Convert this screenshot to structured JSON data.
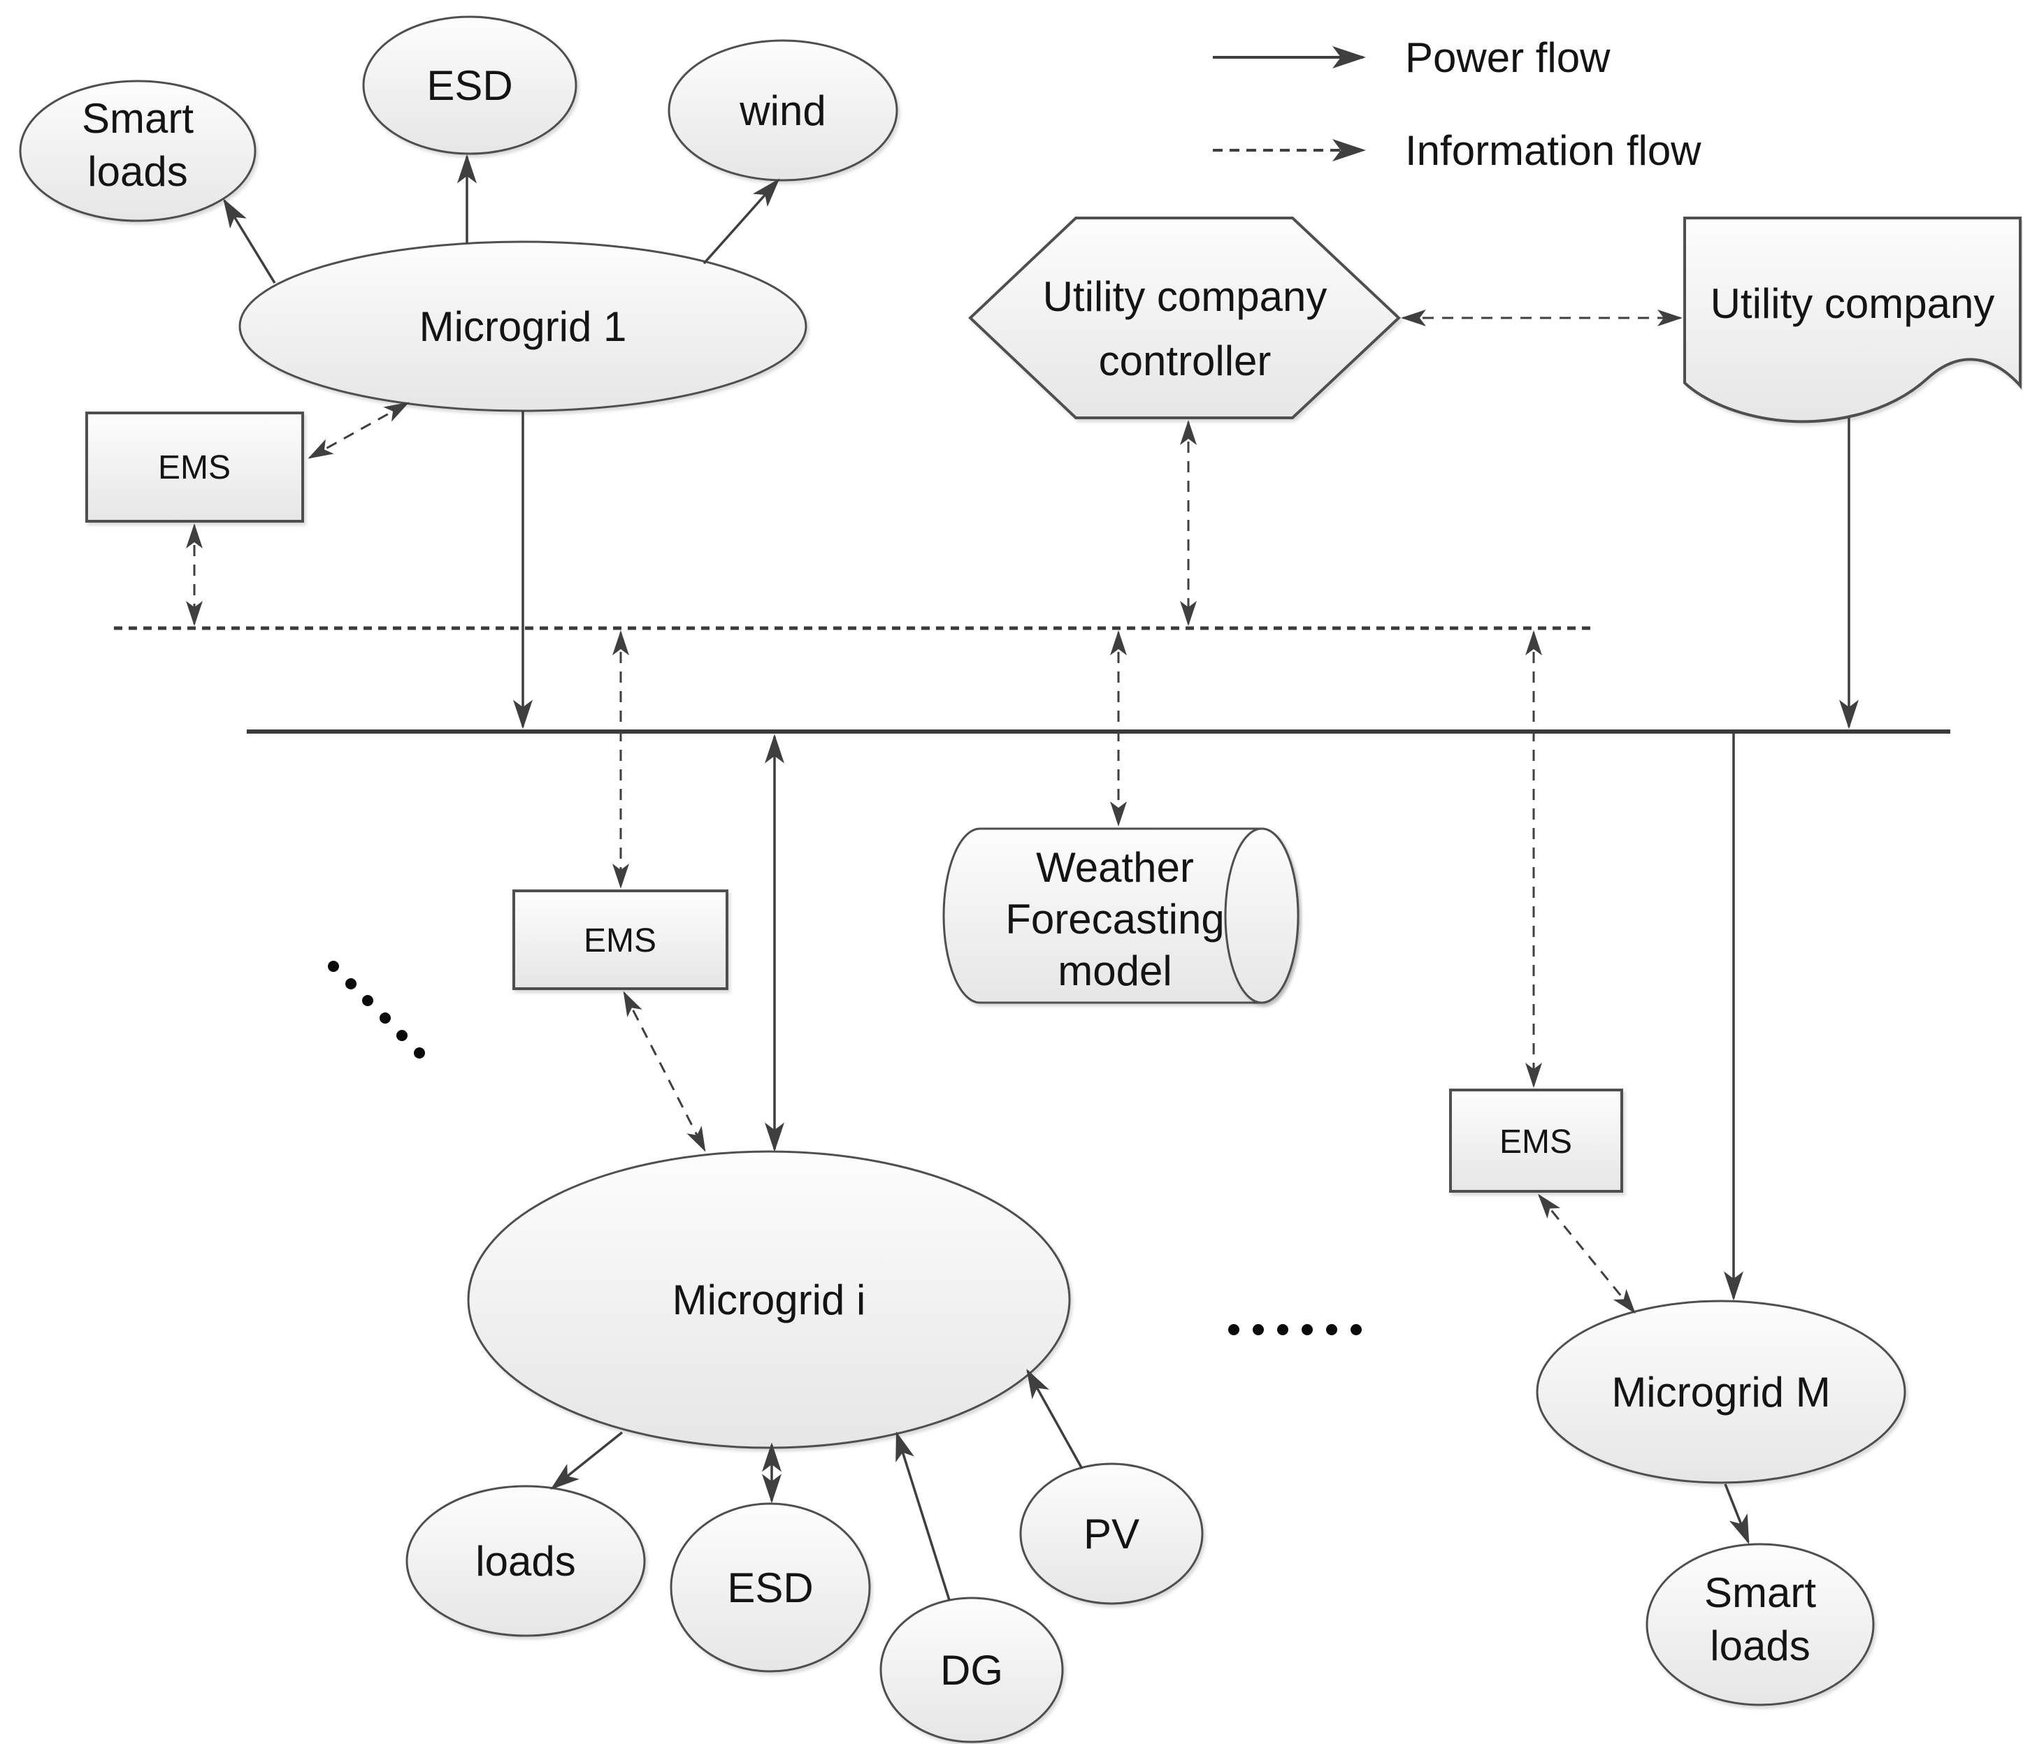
{
  "legend": {
    "power_flow": "Power flow",
    "information_flow": "Information flow"
  },
  "nodes": {
    "smart_loads_1": {
      "line1": "Smart",
      "line2": "loads"
    },
    "esd_1": {
      "label": "ESD"
    },
    "wind": {
      "label": "wind"
    },
    "microgrid_1": {
      "label": "Microgrid 1"
    },
    "ems_1": {
      "label": "EMS"
    },
    "utility_controller": {
      "line1": "Utility company",
      "line2": "controller"
    },
    "utility_company": {
      "label": "Utility company"
    },
    "weather_model": {
      "line1": "Weather",
      "line2": "Forecasting",
      "line3": "model"
    },
    "ems_i": {
      "label": "EMS"
    },
    "microgrid_i": {
      "label": "Microgrid i"
    },
    "loads_i": {
      "label": "loads"
    },
    "esd_i": {
      "label": "ESD"
    },
    "dg_i": {
      "label": "DG"
    },
    "pv_i": {
      "label": "PV"
    },
    "ems_m": {
      "label": "EMS"
    },
    "microgrid_m": {
      "label": "Microgrid M"
    },
    "smart_loads_m": {
      "line1": "Smart",
      "line2": "loads"
    }
  },
  "colors": {
    "shape_stroke": "#4f4f4f",
    "flow_line": "#3f3f3f",
    "shape_fill_top": "#fdfdfd",
    "shape_fill_bottom": "#e6e6e6",
    "text": "#141414",
    "background": "#ffffff"
  }
}
